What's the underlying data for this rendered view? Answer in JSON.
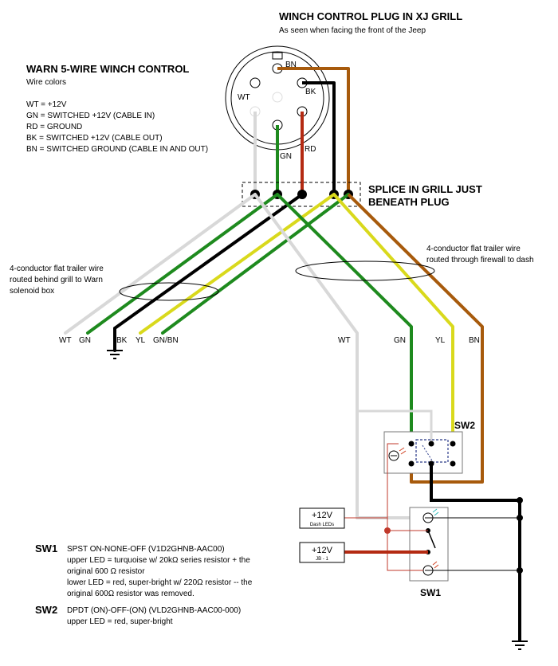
{
  "plug": {
    "title": "WINCH CONTROL PLUG IN XJ GRILL",
    "subtitle": "As seen when facing the front of the Jeep",
    "pins": {
      "bn": "BN",
      "bk": "BK",
      "wt": "WT",
      "gn": "GN",
      "rd": "RD"
    }
  },
  "legend": {
    "title": "WARN 5-WIRE WINCH CONTROL",
    "subtitle": "Wire colors",
    "lines": [
      "WT = +12V",
      "GN = SWITCHED +12V (CABLE IN)",
      "RD = GROUND",
      "BK = SWITCHED +12V (CABLE OUT)",
      "BN = SWITCHED GROUND (CABLE IN AND OUT)"
    ]
  },
  "splice": {
    "line1": "SPLICE IN GRILL JUST",
    "line2": "BENEATH PLUG"
  },
  "left_cable": {
    "note": [
      "4-conductor flat trailer wire",
      "routed behind grill to Warn",
      "solenoid box"
    ],
    "wires": [
      "WT",
      "GN",
      "BK",
      "YL",
      "GN/BN"
    ]
  },
  "right_cable": {
    "note": [
      "4-conductor flat trailer wire",
      "routed through firewall to dash"
    ],
    "wires": [
      "WT",
      "GN",
      "YL",
      "BN"
    ]
  },
  "sw2": {
    "label": "SW2"
  },
  "sw1": {
    "label": "SW1"
  },
  "power_boxes": [
    {
      "value": "+12V",
      "sub": "Dash LEDs"
    },
    {
      "value": "+12V",
      "sub": "JB - 1"
    }
  ],
  "switch_notes": [
    {
      "tag": "SW1",
      "lines": [
        "SPST ON-NONE-OFF (V1D2GHNB-AAC00)",
        "upper LED = turquoise w/ 20kΩ series resistor + the",
        "original 600 Ω resistor",
        "lower LED = red, super-bright w/ 220Ω resistor -- the",
        "original 600Ω resistor was removed."
      ]
    },
    {
      "tag": "SW2",
      "lines": [
        "DPDT (ON)-OFF-(ON) (VLD2GHNB-AAC00-000)",
        "upper LED = red, super-bright"
      ]
    }
  ],
  "colors": {
    "white_wire": "#d8d8d8",
    "green_wire": "#1e8a1e",
    "black_wire": "#000000",
    "red_wire": "#b42a12",
    "yellow_wire": "#d9d91c",
    "brown_wire": "#a75a0c",
    "signal_red": "#c0392b",
    "led_turquoise": "#33bbbb"
  }
}
